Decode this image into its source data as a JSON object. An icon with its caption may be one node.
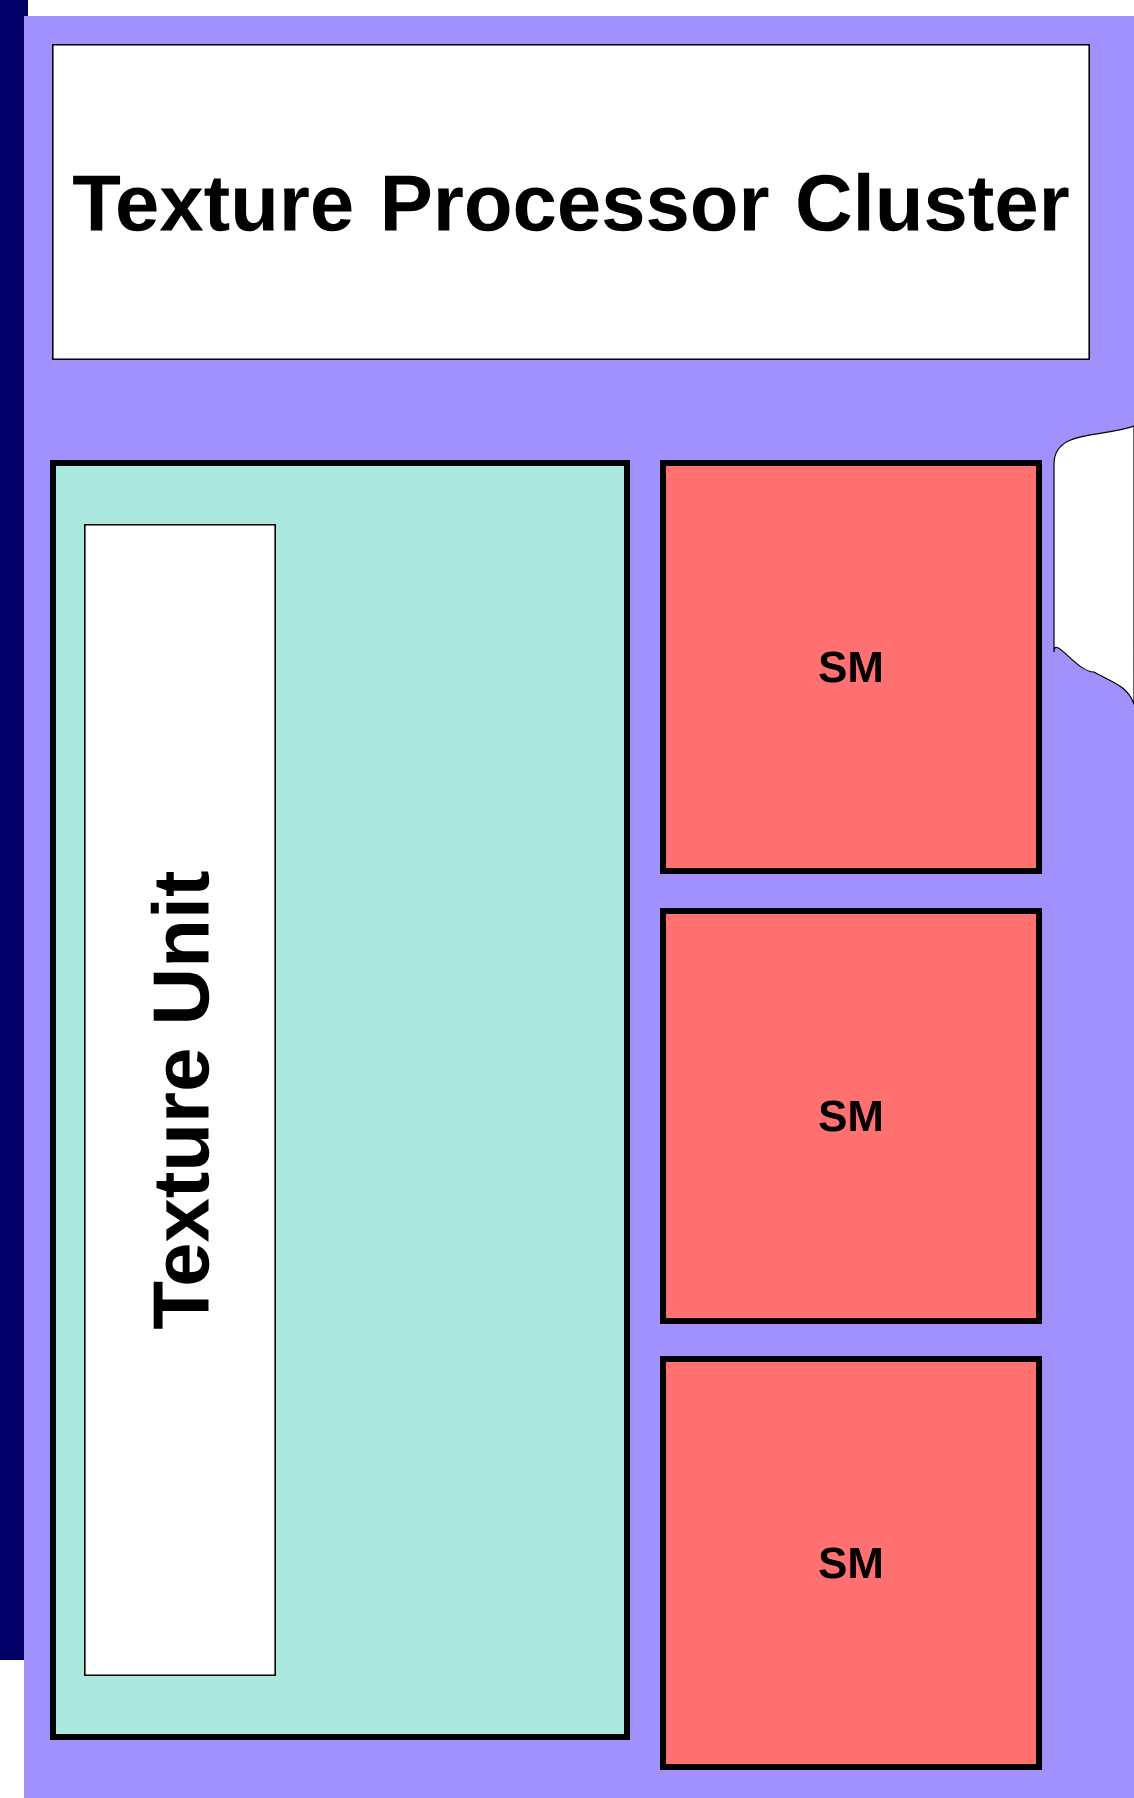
{
  "diagram": {
    "nodes": [
      {
        "text": [],
        "shape": "box"
      },
      {
        "text": [
          "Texture Processor Cluster"
        ],
        "in": 0
      },
      {
        "text": [],
        "shape": "box",
        "in": 0
      },
      {
        "text": [
          "Texture Unit"
        ],
        "in": 2
      },
      {
        "text": [
          "SM"
        ],
        "in": 0
      },
      {
        "text": [
          "SM"
        ],
        "in": 0
      },
      {
        "text": [
          "SM"
        ],
        "in": 0
      }
    ]
  }
}
